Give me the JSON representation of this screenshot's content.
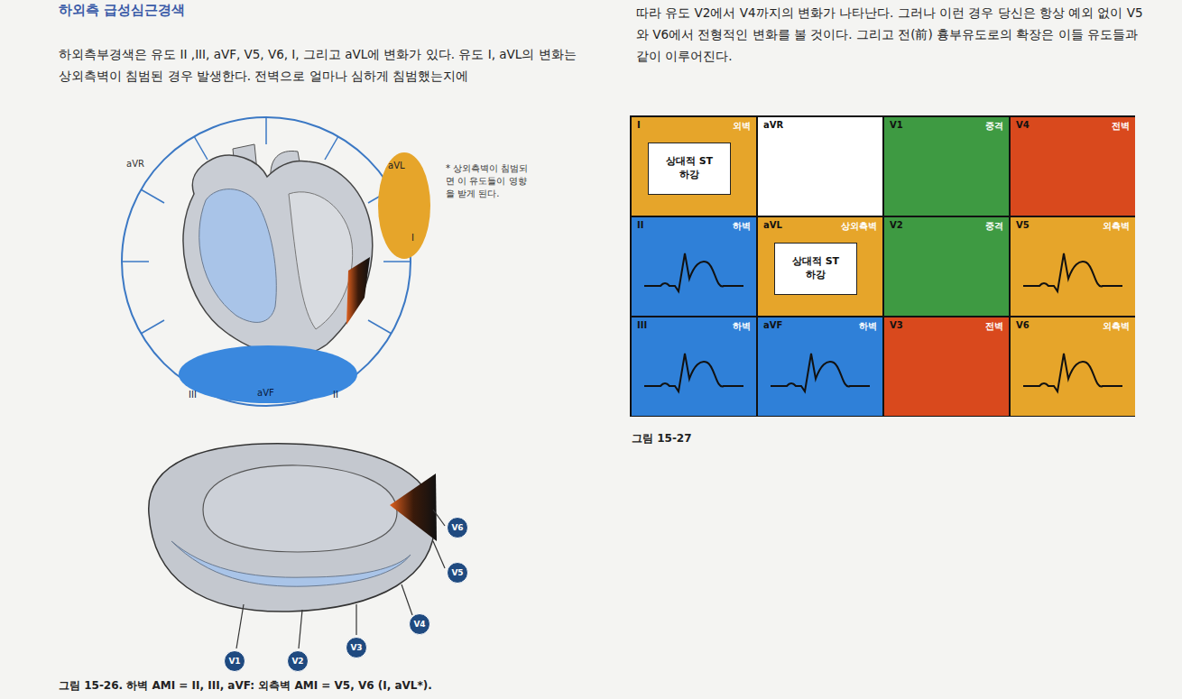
{
  "diagram": {
    "title": "하외측 급성심근경색",
    "caption": "그림 15-26. 하벽 AMI = II, III, aVF: 외측벽 AMI = V5, V6 (I, aVL*).",
    "nodes": [
      {
        "text": [
          "aVL",
          "I"
        ]
      },
      {
        "text": [
          "III",
          "aVF",
          "II"
        ]
      },
      {
        "text": [
          "V6"
        ]
      },
      {
        "text": [
          "V5"
        ]
      },
      {
        "text": [
          "V4"
        ]
      },
      {
        "text": [
          "V3"
        ]
      },
      {
        "text": [
          "V2"
        ]
      },
      {
        "text": [
          "V1"
        ]
      },
      {
        "text": [
          "I",
          "외벽"
        ]
      },
      {
        "text": [
          "상대적 ST하강"
        ],
        "in": 8
      },
      {
        "text": [
          "aVR"
        ]
      },
      {
        "text": [
          "V1",
          "중격"
        ]
      },
      {
        "text": [
          "V4",
          "전벽"
        ]
      },
      {
        "text": [
          "II",
          "하벽"
        ]
      },
      {
        "text": [
          "aVL",
          "상외측벽"
        ]
      },
      {
        "text": [
          "상대적 ST하강"
        ],
        "in": 14
      },
      {
        "text": [
          "V2",
          "중격"
        ]
      },
      {
        "text": [
          "V5",
          "외측벽"
        ]
      },
      {
        "text": [
          "III",
          "하벽"
        ]
      },
      {
        "text": [
          "aVF",
          "하벽"
        ]
      },
      {
        "text": [
          "V3",
          "전벽"
        ]
      },
      {
        "text": [
          "V6",
          "외측벽"
        ]
      }
    ],
    "labels": [
      "aVR",
      "* 상외측벽이 침범되면 이 유도들이 영향을 받게 된다.",
      "하외측부경색은 유도 II ,III, aVF, V5, V6, I, 그리고 aVL에 변화가 있다. 유도 I, aVL의 변화는 상외측벽이 침범된 경우 발생한다. 전벽으로 얼마나 심하게 침범했는지에",
      "따라 유도 V2에서 V4까지의 변화가 나타난다. 그러나 이런 경우 당신은 항상 예외 없이 V5와 V6에서 전형적인 변화를 볼 것이다. 그리고 전(前) 흉부유도로의 확장은 이들 유도들과 같이 이루어진다.",
      "그림 15-27"
    ]
  }
}
